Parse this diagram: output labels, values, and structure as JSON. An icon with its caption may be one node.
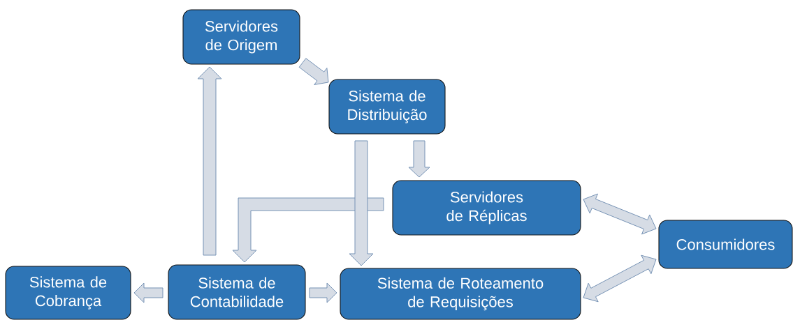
{
  "diagram": {
    "nodes": [
      {
        "text": [
          "Servidores de Origem"
        ]
      },
      {
        "text": [
          "Sistema de Distribuição"
        ]
      },
      {
        "text": [
          "Servidores de Réplicas"
        ]
      },
      {
        "text": [
          "Consumidores"
        ]
      },
      {
        "text": [
          "Sistema de Cobrança"
        ]
      },
      {
        "text": [
          "Sistema de Contabilidade"
        ]
      },
      {
        "text": [
          "Sistema de Roteamento de Requisições"
        ]
      }
    ],
    "edges": [
      {
        "from": 0,
        "to": 1,
        "arrow": "to"
      },
      {
        "from": 1,
        "to": 2,
        "arrow": "to"
      },
      {
        "from": 2,
        "to": 5,
        "arrow": "to"
      },
      {
        "from": 1,
        "to": 6,
        "arrow": "to"
      },
      {
        "from": 5,
        "to": 0,
        "arrow": "to"
      },
      {
        "from": 5,
        "to": 4,
        "arrow": "to"
      },
      {
        "from": 5,
        "to": 6,
        "arrow": "to"
      },
      {
        "from": 2,
        "to": 3,
        "arrow": "both"
      },
      {
        "from": 6,
        "to": 3,
        "arrow": "both"
      }
    ]
  }
}
